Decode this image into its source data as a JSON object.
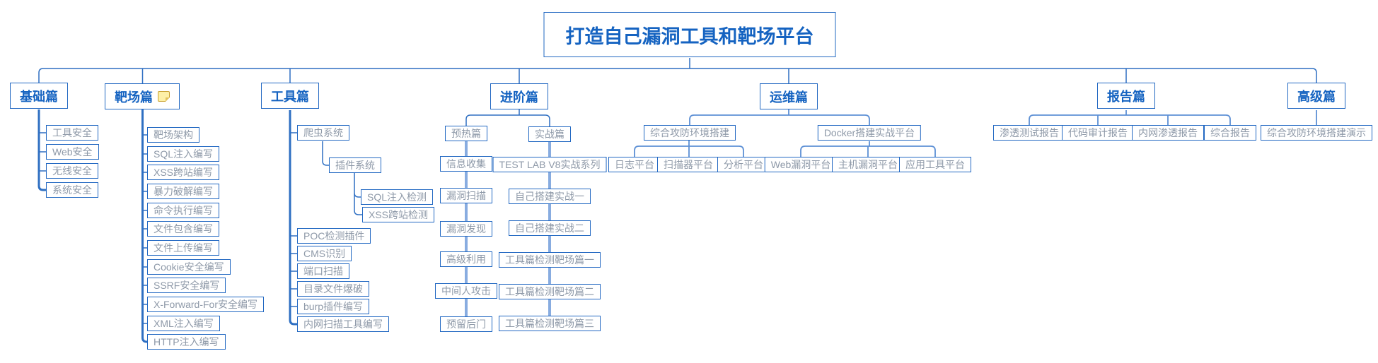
{
  "root": {
    "label": "打造自己漏洞工具和靶场平台"
  },
  "basics": {
    "label": "基础篇",
    "items": [
      "工具安全",
      "Web安全",
      "无线安全",
      "系统安全"
    ]
  },
  "range": {
    "label": "靶场篇",
    "note_icon": "sticky-note-icon",
    "items": [
      "靶场架构",
      "SQL注入编写",
      "XSS跨站编写",
      "暴力破解编写",
      "命令执行编写",
      "文件包含编写",
      "文件上传编写",
      "Cookie安全编写",
      "SSRF安全编写",
      "X-Forward-For安全编写",
      "XML注入编写",
      "HTTP注入编写"
    ]
  },
  "tools": {
    "label": "工具篇",
    "crawler": {
      "label": "爬虫系统",
      "plugin": {
        "label": "插件系统",
        "items": [
          "SQL注入检测",
          "XSS跨站检测"
        ]
      }
    },
    "items": [
      "POC检测插件",
      "CMS识别",
      "端口扫描",
      "目录文件爆破",
      "burp插件编写",
      "内网扫描工具编写"
    ]
  },
  "advanced": {
    "label": "进阶篇",
    "warmup": {
      "label": "预热篇",
      "chain": [
        "信息收集",
        "漏洞扫描",
        "漏洞发现",
        "高级利用",
        "中间人攻击",
        "预留后门"
      ]
    },
    "combat": {
      "label": "实战篇",
      "chain": [
        "TEST LAB V8实战系列",
        "自己搭建实战一",
        "自己搭建实战二",
        "工具篇检测靶场篇一",
        "工具篇检测靶场篇二",
        "工具篇检测靶场篇三"
      ]
    }
  },
  "ops": {
    "label": "运维篇",
    "env": {
      "label": "综合攻防环境搭建",
      "items": [
        "日志平台",
        "扫描器平台",
        "分析平台"
      ]
    },
    "docker": {
      "label": "Docker搭建实战平台",
      "items": [
        "Web漏洞平台",
        "主机漏洞平台",
        "应用工具平台"
      ]
    }
  },
  "report": {
    "label": "报告篇",
    "items": [
      "渗透测试报告",
      "代码审计报告",
      "内网渗透报告",
      "综合报告"
    ]
  },
  "senior": {
    "label": "高级篇",
    "items": [
      "综合攻防环境搭建演示"
    ]
  },
  "colors": {
    "node_border": "#2268c2",
    "branch_text": "#1563c1",
    "leaf_text": "#8e99a8",
    "spine_line": "#2e6fc2",
    "chain_link": "#88ace0",
    "sub_bus": "#5d90d5",
    "note_fill": "#fdf0a7",
    "note_border": "#c9a233"
  }
}
